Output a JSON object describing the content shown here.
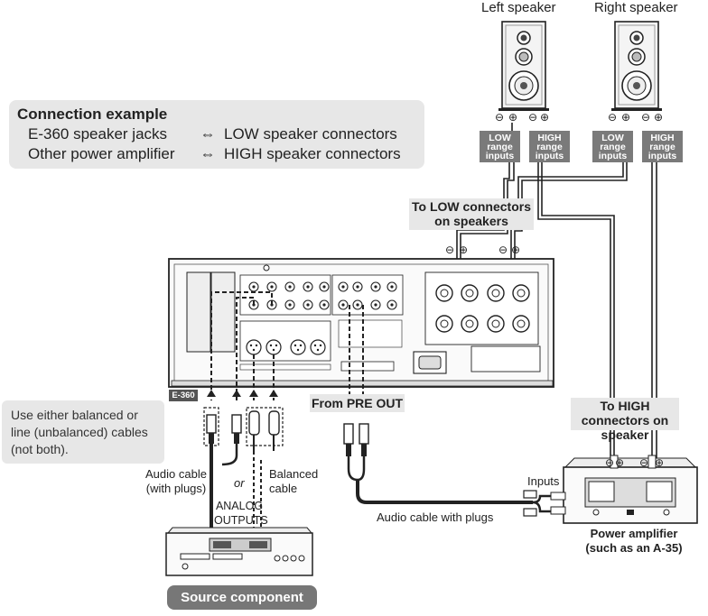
{
  "speakers": {
    "left_label": "Left speaker",
    "right_label": "Right speaker"
  },
  "speaker_tags": {
    "low": "LOW range inputs",
    "high": "HIGH range inputs"
  },
  "connection_example": {
    "title": "Connection example",
    "rows": [
      {
        "left": "E-360 speaker jacks",
        "arrow": "⇔",
        "right": "LOW speaker connectors"
      },
      {
        "left": "Other power amplifier",
        "arrow": "⇔",
        "right": "HIGH speaker connectors"
      }
    ]
  },
  "notes": {
    "to_low": "To LOW connectors on speakers",
    "to_high": "To HIGH connectors on speaker",
    "from_pre_out": "From PRE OUT",
    "use_either": "Use either balanced or line (unbalanced) cables (not both)."
  },
  "device_labels": {
    "e360": "E-360",
    "power_amp": "Power amplifier (such as an A-35)",
    "source": "Source component",
    "inputs": "Inputs",
    "analog_outputs": "ANALOG OUTPUTS"
  },
  "cables": {
    "audio_with_plugs": "Audio cable (with plugs)",
    "or": "or",
    "balanced": "Balanced cable",
    "audio_cable_with_plugs": "Audio cable with plugs"
  },
  "terminal_symbols": {
    "minus": "⊖",
    "plus": "⊕"
  }
}
